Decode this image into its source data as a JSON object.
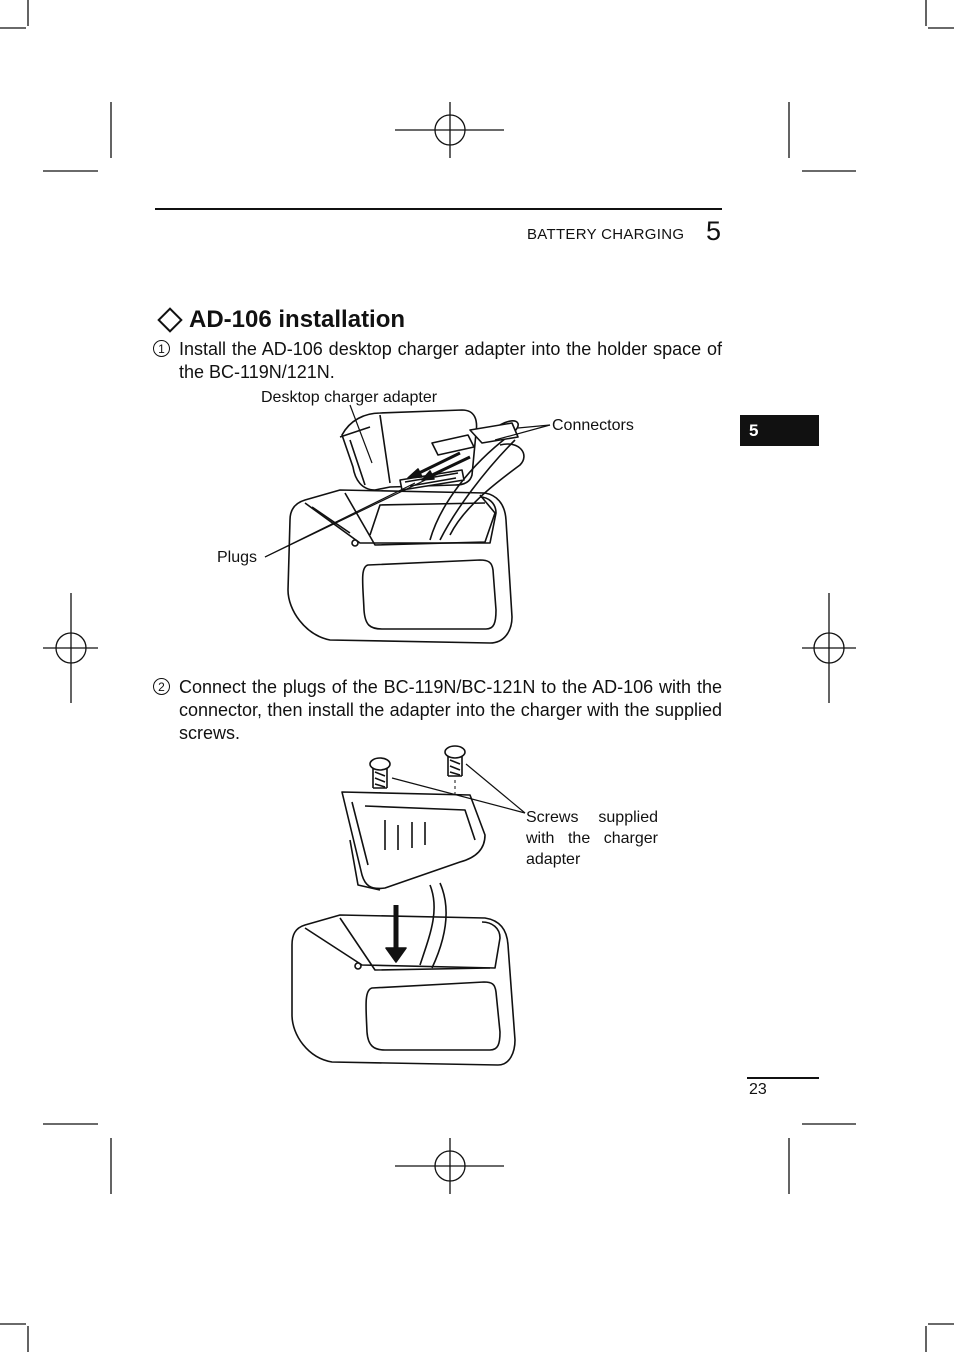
{
  "header": {
    "section_title": "BATTERY CHARGING",
    "chapter_number": "5"
  },
  "side_tab": {
    "label": "5"
  },
  "section": {
    "title": "AD-106 installation",
    "bullet_icon": "diamond-icon"
  },
  "steps": [
    {
      "number": "1",
      "text": "Install the AD-106 desktop charger adapter into the holder space of the BC-119N/121N."
    },
    {
      "number": "2",
      "text": "Connect the plugs of the BC-119N/BC-121N to the AD-106 with the connector, then install the adapter into the charger with the supplied screws."
    }
  ],
  "figure1": {
    "labels": {
      "adapter": "Desktop charger adapter",
      "connectors": "Connectors",
      "plugs": "Plugs"
    }
  },
  "figure2": {
    "labels": {
      "screws": "Screws supplied with the charger adapter"
    }
  },
  "footer": {
    "page_number": "23"
  }
}
